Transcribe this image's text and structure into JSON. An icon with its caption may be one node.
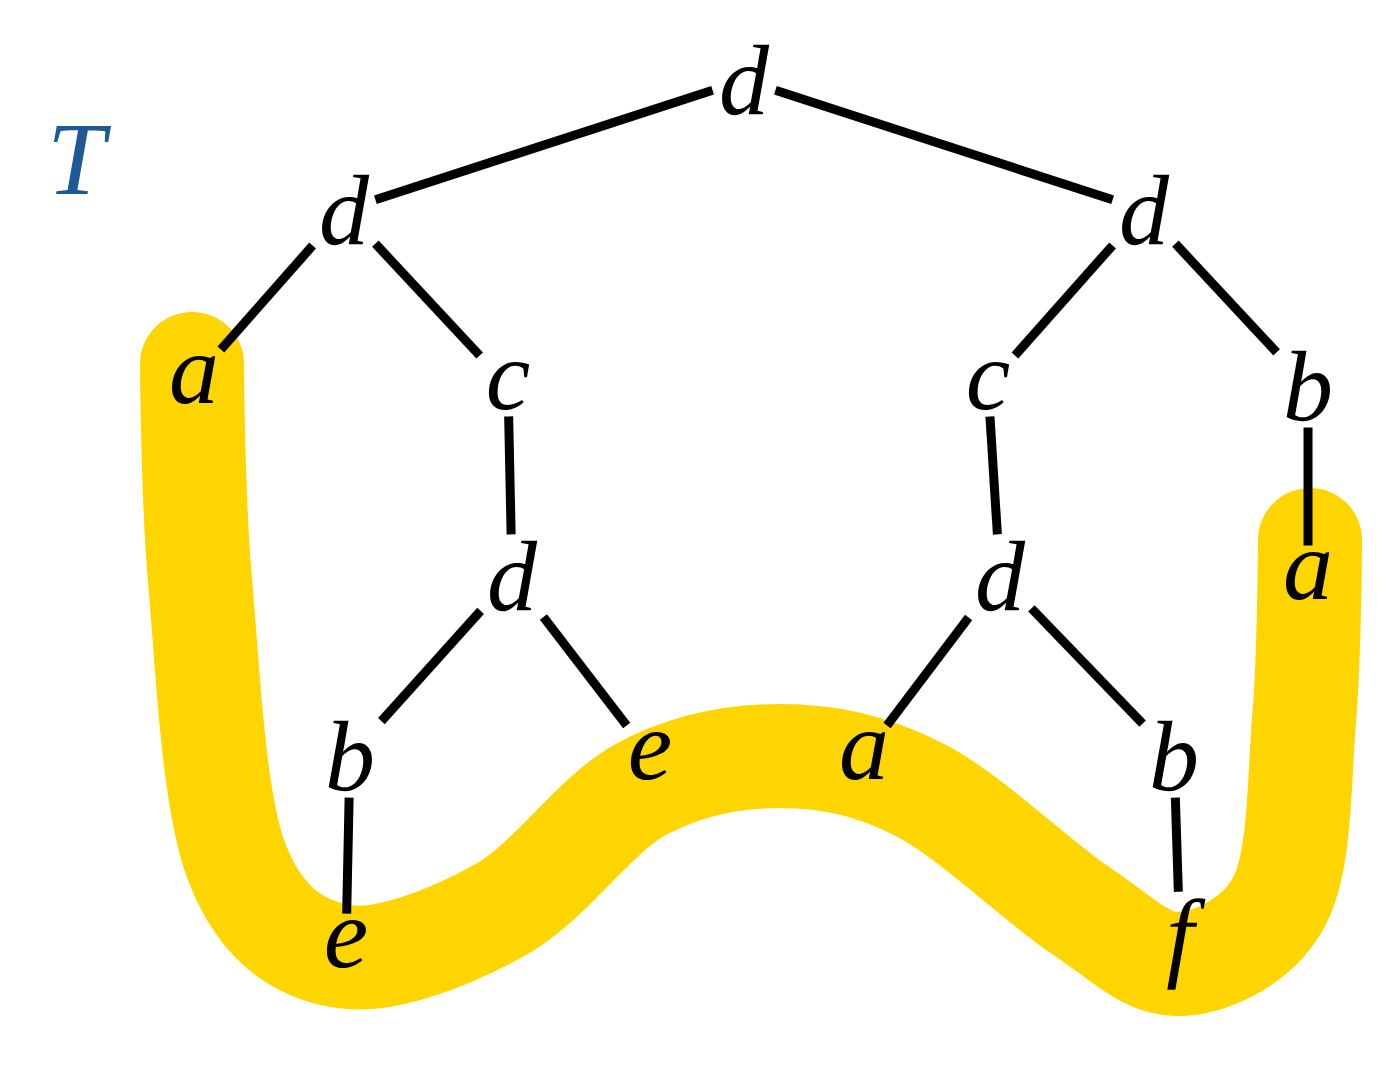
{
  "diagram": {
    "nodes": [
      {
        "text": [
          "d"
        ]
      },
      {
        "text": [
          "d"
        ]
      },
      {
        "text": [
          "d"
        ]
      },
      {
        "text": [
          "a"
        ]
      },
      {
        "text": [
          "c"
        ]
      },
      {
        "text": [
          "c"
        ]
      },
      {
        "text": [
          "b"
        ]
      },
      {
        "text": [
          "d"
        ]
      },
      {
        "text": [
          "d"
        ]
      },
      {
        "text": [
          "a"
        ]
      },
      {
        "text": [
          "b"
        ]
      },
      {
        "text": [
          "e"
        ]
      },
      {
        "text": [
          "a"
        ]
      },
      {
        "text": [
          "b"
        ]
      },
      {
        "text": [
          "e"
        ]
      },
      {
        "text": [
          "f"
        ]
      }
    ],
    "edges": [
      {
        "from": 0,
        "to": 1,
        "arrow": "none"
      },
      {
        "from": 0,
        "to": 2,
        "arrow": "none"
      },
      {
        "from": 1,
        "to": 3,
        "arrow": "none"
      },
      {
        "from": 1,
        "to": 4,
        "arrow": "none"
      },
      {
        "from": 2,
        "to": 5,
        "arrow": "none"
      },
      {
        "from": 2,
        "to": 6,
        "arrow": "none"
      },
      {
        "from": 4,
        "to": 7,
        "arrow": "none"
      },
      {
        "from": 5,
        "to": 8,
        "arrow": "none"
      },
      {
        "from": 6,
        "to": 9,
        "arrow": "none"
      },
      {
        "from": 7,
        "to": 10,
        "arrow": "none"
      },
      {
        "from": 7,
        "to": 11,
        "arrow": "none"
      },
      {
        "from": 8,
        "to": 12,
        "arrow": "none"
      },
      {
        "from": 8,
        "to": 13,
        "arrow": "none"
      },
      {
        "from": 10,
        "to": 14,
        "arrow": "none"
      },
      {
        "from": 13,
        "to": 15,
        "arrow": "none"
      }
    ],
    "labels": [
      "T"
    ]
  }
}
